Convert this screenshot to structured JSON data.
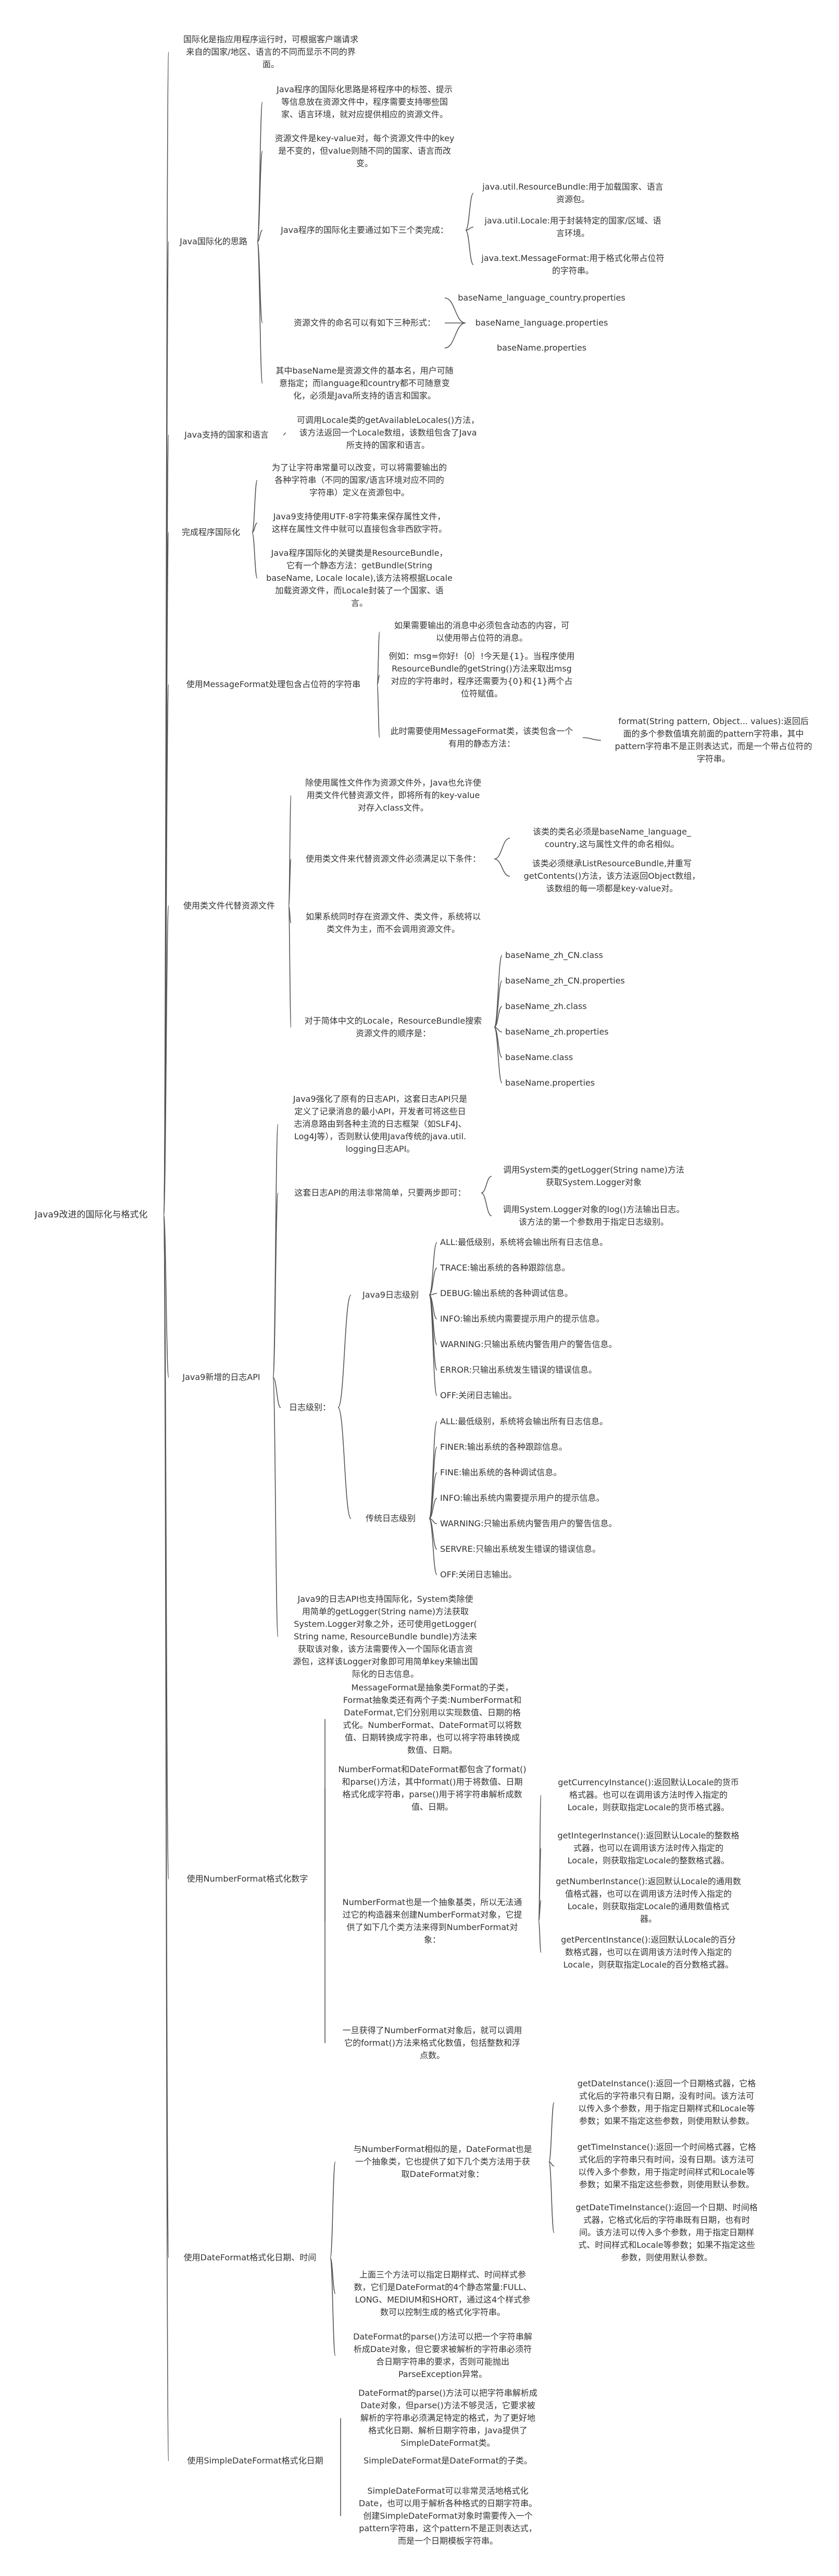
{
  "colors": {
    "line": "#555555",
    "text": "#333333",
    "background": "#ffffff"
  },
  "nodes": {
    "root": "Java9改进的国际化与格式化",
    "b1": "国际化是指应用程序运行时，可根据客户端请求\n来自的国家/地区、语言的不同而显示不同的界\n面。",
    "b2": "Java国际化的思路",
    "b2_1": "Java程序的国际化思路是将程序中的标签、提示\n等信息放在资源文件中，程序需要支持哪些国\n家、语言环境，就对应提供相应的资源文件。",
    "b2_2": "资源文件是key-value对，每个资源文件中的key\n是不变的，但value则随不同的国家、语言而改\n变。",
    "b2_3": "Java程序的国际化主要通过如下三个类完成：",
    "b2_3_1": "java.util.ResourceBundle:用于加载国家、语言\n资源包。",
    "b2_3_2": "java.util.Locale:用于封装特定的国家/区域、语\n言环境。",
    "b2_3_3": "java.text.MessageFormat:用于格式化带占位符\n的字符串。",
    "b2_4": "资源文件的命名可以有如下三种形式：",
    "b2_4_1": "baseName_language_country.properties",
    "b2_4_2": "baseName_language.properties",
    "b2_4_3": "baseName.properties",
    "b2_5": "其中baseName是资源文件的基本名，用户可随\n意指定；而language和country都不可随意变\n化，必须是Java所支持的语言和国家。",
    "b3": "Java支持的国家和语言",
    "b3_1": "可调用Locale类的getAvailableLocales()方法，\n该方法返回一个Locale数组，该数组包含了Java\n所支持的国家和语言。",
    "b4": "完成程序国际化",
    "b4_1": "为了让字符串常量可以改变，可以将需要输出的\n各种字符串（不同的国家/语言环境对应不同的\n字符串）定义在资源包中。",
    "b4_2": "Java9支持使用UTF-8字符集来保存属性文件，\n这样在属性文件中就可以直接包含非西欧字符。",
    "b4_3": "Java程序国际化的关键类是ResourceBundle，\n它有一个静态方法：getBundle(String\nbaseName, Locale locale),该方法将根据Locale\n加载资源文件，而Locale封装了一个国家、语\n言。",
    "b5": "使用MessageFormat处理包含占位符的字符串",
    "b5_1": "如果需要输出的消息中必须包含动态的内容，可\n以使用带占位符的消息。",
    "b5_2": "例如：msg=你好!｛0｝!今天是{1}。当程序使用\nResourceBundle的getString()方法来取出msg\n对应的字符串时，程序还需要为{0}和{1}两个占\n位符赋值。",
    "b5_3": "此时需要使用MessageFormat类，该类包含一个\n有用的静态方法：",
    "b5_3_1": "format(String pattern, Object... values):返回后\n面的多个参数值填充前面的pattern字符串，其中\npattern字符串不是正则表达式，而是一个带占位符的\n字符串。",
    "b6": "使用类文件代替资源文件",
    "b6_1": "除使用属性文件作为资源文件外，Java也允许使\n用类文件代替资源文件，即将所有的key-value\n对存入class文件。",
    "b6_2": "使用类文件来代替资源文件必须满足以下条件：",
    "b6_2_1": "该类的类名必须是baseName_language_\ncountry,这与属性文件的命名相似。",
    "b6_2_2": "该类必须继承ListResourceBundle,并重写\ngetContents()方法，该方法返回Object数组，\n该数组的每一项都是key-value对。",
    "b6_3": "如果系统同时存在资源文件、类文件，系统将以\n类文件为主，而不会调用资源文件。",
    "b6_4": "对于简体中文的Locale，ResourceBundle搜索\n资源文件的顺序是：",
    "b6_4_1": "baseName_zh_CN.class",
    "b6_4_2": "baseName_zh_CN.properties",
    "b6_4_3": "baseName_zh.class",
    "b6_4_4": "baseName_zh.properties",
    "b6_4_5": "baseName.class",
    "b6_4_6": "baseName.properties",
    "b7": "Java9新增的日志API",
    "b7_1": "Java9强化了原有的日志API，这套日志API只是\n定义了记录消息的最小API，开发者可将这些日\n志消息路由到各种主流的日志框架（如SLF4J、\nLog4J等），否则默认使用Java传统的java.util.\nlogging日志API。",
    "b7_2": "这套日志API的用法非常简单，只要两步即可：",
    "b7_2_1": "调用System类的getLogger(String name)方法\n获取System.Logger对象",
    "b7_2_2": "调用System.Logger对象的log()方法输出日志。\n该方法的第一个参数用于指定日志级别。",
    "b7_3": "日志级别：",
    "b7_3_1": "Java9日志级别",
    "b7_3_1_1": "ALL:最低级别，系统将会输出所有日志信息。",
    "b7_3_1_2": "TRACE:输出系统的各种跟踪信息。",
    "b7_3_1_3": "DEBUG:输出系统的各种调试信息。",
    "b7_3_1_4": "INFO:输出系统内需要提示用户的提示信息。",
    "b7_3_1_5": "WARNING:只输出系统内警告用户的警告信息。",
    "b7_3_1_6": "ERROR:只输出系统发生错误的错误信息。",
    "b7_3_1_7": "OFF:关闭日志输出。",
    "b7_3_2": "传统日志级别",
    "b7_3_2_1": "ALL:最低级别，系统将会输出所有日志信息。",
    "b7_3_2_2": "FINER:输出系统的各种跟踪信息。",
    "b7_3_2_3": "FINE:输出系统的各种调试信息。",
    "b7_3_2_4": "INFO:输出系统内需要提示用户的提示信息。",
    "b7_3_2_5": "WARNING:只输出系统内警告用户的警告信息。",
    "b7_3_2_6": "SERVRE:只输出系统发生错误的错误信息。",
    "b7_3_2_7": "OFF:关闭日志输出。",
    "b7_4": "Java9的日志API也支持国际化，System类除使\n用简单的getLogger(String name)方法获取\nSystem.Logger对象之外，还可使用getLogger(\nString name, ResourceBundle bundle)方法来\n获取该对象，该方法需要传入一个国际化语言资\n源包，这样该Logger对象即可用简单key来输出国\n际化的日志信息。",
    "b8": "使用NumberFormat格式化数字",
    "b8_1": "MessageFormat是抽象类Format的子类，\nFormat抽象类还有两个子类:NumberFormat和\nDateFormat,它们分别用以实现数值、日期的格\n式化。NumberFormat、DateFormat可以将数\n值、日期转换成字符串，也可以将字符串转换成\n数值、日期。",
    "b8_2": "NumberFormat和DateFormat都包含了format()\n和parse()方法，其中format()用于将数值、日期\n格式化成字符串，parse()用于将字符串解析成数\n值、日期。",
    "b8_3": "NumberFormat也是一个抽象基类，所以无法通\n过它的构造器来创建NumberFormat对象，它提\n供了如下几个类方法来得到NumberFormat对\n象：",
    "b8_3_1": "getCurrencyInstance():返回默认Locale的货币\n格式器。也可以在调用该方法时传入指定的\nLocale，则获取指定Locale的货币格式器。",
    "b8_3_2": "getIntegerInstance():返回默认Locale的整数格\n式器，也可以在调用该方法时传入指定的\nLocale，则获取指定Locale的整数格式器。",
    "b8_3_3": "getNumberInstance():返回默认Locale的通用数\n值格式器，也可以在调用该方法时传入指定的\nLocale，则获取指定Locale的通用数值格式\n器。",
    "b8_3_4": "getPercentInstance():返回默认Locale的百分\n数格式器，也可以在调用该方法时传入指定的\nLocale，则获取指定Locale的百分数格式器。",
    "b8_4": "一旦获得了NumberFormat对象后，就可以调用\n它的format()方法来格式化数值，包括整数和浮\n点数。",
    "b9": "使用DateFormat格式化日期、时间",
    "b9_1": "与NumberFormat相似的是，DateFormat也是\n一个抽象类，它也提供了如下几个类方法用于获\n取DateFormat对象：",
    "b9_1_1": "getDateInstance():返回一个日期格式器，它格\n式化后的字符串只有日期，没有时间。该方法可\n以传入多个参数，用于指定日期样式和Locale等\n参数；如果不指定这些参数，则使用默认参数。",
    "b9_1_2": "getTimeInstance():返回一个时间格式器，它格\n式化后的字符串只有时间，没有日期。该方法可\n以传入多个参数，用于指定时间样式和Locale等\n参数；如果不指定这些参数，则使用默认参数。",
    "b9_1_3": "getDateTimeInstance():返回一个日期、时间格\n式器，它格式化后的字符串既有日期，也有时\n间。该方法可以传入多个参数，用于指定日期样\n式、时间样式和Locale等参数；如果不指定这些\n参数，则使用默认参数。",
    "b9_2": "上面三个方法可以指定日期样式、时间样式参\n数，它们是DateFormat的4个静态常量:FULL、\nLONG、MEDIUM和SHORT，通过这4个样式参\n数可以控制生成的格式化字符串。",
    "b9_3": "DateFormat的parse()方法可以把一个字符串解\n析成Date对象，但它要求被解析的字符串必须符\n合日期字符串的要求，否则可能抛出\nParseException异常。",
    "b10": "使用SimpleDateFormat格式化日期",
    "b10_1": "DateFormat的parse()方法可以把字符串解析成\nDate对象，但parse()方法不够灵活，它要求被\n解析的字符串必须满足特定的格式，为了更好地\n格式化日期、解析日期字符串，Java提供了\nSimpleDateFormat类。",
    "b10_2": "SimpleDateFormat是DateFormat的子类。",
    "b10_3": "SimpleDateFormat可以非常灵活地格式化\nDate，也可以用于解析各种格式的日期字符串。\n创建SimpleDateFormat对象时需要传入一个\npattern字符串，这个pattern不是正则表达式，\n而是一个日期模板字符串。"
  }
}
